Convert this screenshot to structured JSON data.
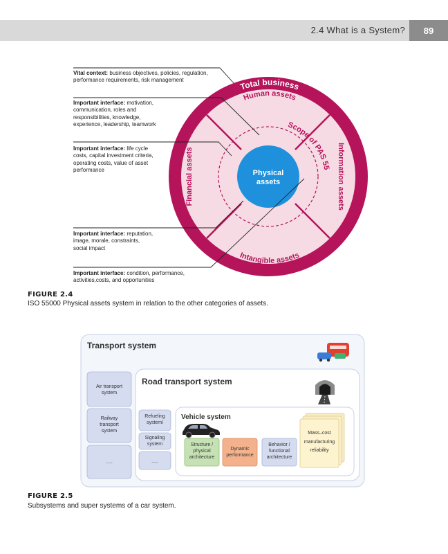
{
  "header": {
    "title": "2.4 What is a System?",
    "page_number": "89"
  },
  "figure_2_4": {
    "label": "FIGURE 2.4",
    "caption": "ISO 55000 Physical assets system in relation to the other categories of assets.",
    "ring_labels": {
      "top": "Total business",
      "upper": "Human assets",
      "left": "Financial assets",
      "right": "Information assets",
      "bottom": "Intangible assets",
      "scope": "Scope of PAS 55"
    },
    "center": {
      "line1": "Physical",
      "line2": "assets"
    },
    "annotations": [
      {
        "bold": "Vital context:",
        "lines": [
          " business objectives, policies, regulation,",
          "performance requirements, risk management"
        ]
      },
      {
        "bold": "Important interface:",
        "lines": [
          " motivation,",
          "communication, roles and",
          "responsibilities, knowledge,",
          "experience, leadership, teamwork"
        ]
      },
      {
        "bold": "Important interface:",
        "lines": [
          " life cycle",
          "costs, capital investment criteria,",
          "operating costs, value of asset",
          "performance"
        ]
      },
      {
        "bold": "Important interface:",
        "lines": [
          " reputation,",
          "image, morale, constraints,",
          "social impact"
        ]
      },
      {
        "bold": "Important interface:",
        "lines": [
          " condition, performance,",
          "activities,costs, and opportunities"
        ]
      }
    ],
    "colors": {
      "ring": "#b5135a",
      "fill": "#f6dbe4",
      "center": "#1e90dc"
    }
  },
  "figure_2_5": {
    "label": "FIGURE 2.5",
    "caption": "Subsystems and super systems of a car system.",
    "transport_title": "Transport system",
    "road_title": "Road transport system",
    "vehicle_title": "Vehicle system",
    "left_boxes": [
      [
        "Air transport",
        "system"
      ],
      [
        "Railway",
        "transport",
        "system"
      ],
      [
        "....."
      ]
    ],
    "mid_boxes": [
      [
        "Refueling",
        "system\\"
      ],
      [
        "Signaling",
        "system"
      ],
      [
        "....."
      ]
    ],
    "subsystems": [
      {
        "lines": [
          "Structure /",
          "physical",
          "architecture"
        ],
        "color": "#c6e2b5"
      },
      {
        "lines": [
          "Dynamic",
          "performance"
        ],
        "color": "#f4b28c"
      },
      {
        "lines": [
          "Behavior /",
          "functional",
          "architecture"
        ],
        "color": "#d5dcef"
      }
    ],
    "notes": [
      "Mass–cost",
      "manufacturing",
      "reliability"
    ]
  }
}
